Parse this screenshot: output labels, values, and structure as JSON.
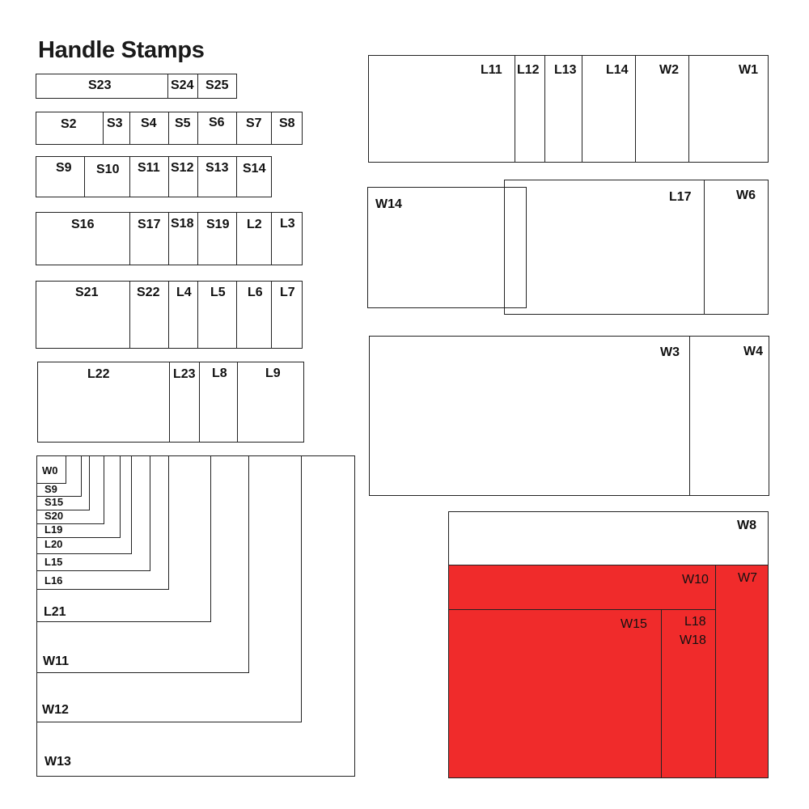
{
  "title": "Handle Stamps",
  "colors": {
    "stroke": "#222222",
    "highlight": "#f02b2b",
    "background": "#ffffff"
  },
  "groups": {
    "row1": [
      "S23",
      "S24",
      "S25"
    ],
    "row2": [
      "S2",
      "S3",
      "S4",
      "S5",
      "S6",
      "S7",
      "S8"
    ],
    "row3": [
      "S9",
      "S10",
      "S11",
      "S12",
      "S13",
      "S14"
    ],
    "row4": [
      "S16",
      "S17",
      "S18",
      "S19",
      "L2",
      "L3"
    ],
    "row5": [
      "S21",
      "S22",
      "L4",
      "L5",
      "L6",
      "L7"
    ],
    "row6": [
      "L22",
      "L23",
      "L8",
      "L9"
    ],
    "nested": [
      "W0",
      "S9",
      "S15",
      "S20",
      "L19",
      "L20",
      "L15",
      "L16",
      "L21",
      "W11",
      "W12",
      "W13"
    ],
    "top_right": [
      "L11",
      "L12",
      "L13",
      "L14",
      "W2",
      "W1"
    ],
    "overlap": [
      "W14",
      "L17",
      "W6"
    ],
    "mid_right": [
      "W3",
      "W4"
    ],
    "bottom_right": [
      "W8",
      "W10",
      "W7",
      "W15",
      "L18",
      "W18"
    ]
  },
  "highlighted": [
    "W10",
    "W7",
    "W15",
    "L18",
    "W18"
  ]
}
